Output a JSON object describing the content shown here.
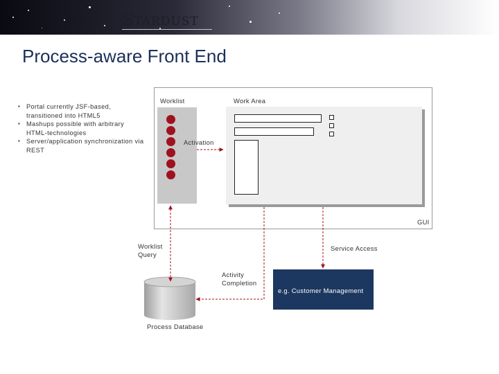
{
  "header": {
    "brand": "Stardust"
  },
  "slide_title": "Process-aware Front End",
  "bullets": [
    "Portal currently JSF-based, transitioned into HTML5",
    "Mashups possible with arbitrary HTML-technologies",
    "Server/application synchronization via REST"
  ],
  "diagram": {
    "worklist_label": "Worklist",
    "work_area_label": "Work Area",
    "activation_label": "Activation",
    "gui_label": "GUI",
    "worklist_query_label": "Worklist Query",
    "service_access_label": "Service Access",
    "activity_completion_label": "Activity Completion",
    "service_box_label": "e.g. Customer Management",
    "database_label": "Process Database"
  },
  "colors": {
    "title": "#1a2f5a",
    "worklist_item": "#a0111e",
    "service_box": "#1c3760",
    "arrow": "#a0111e"
  }
}
